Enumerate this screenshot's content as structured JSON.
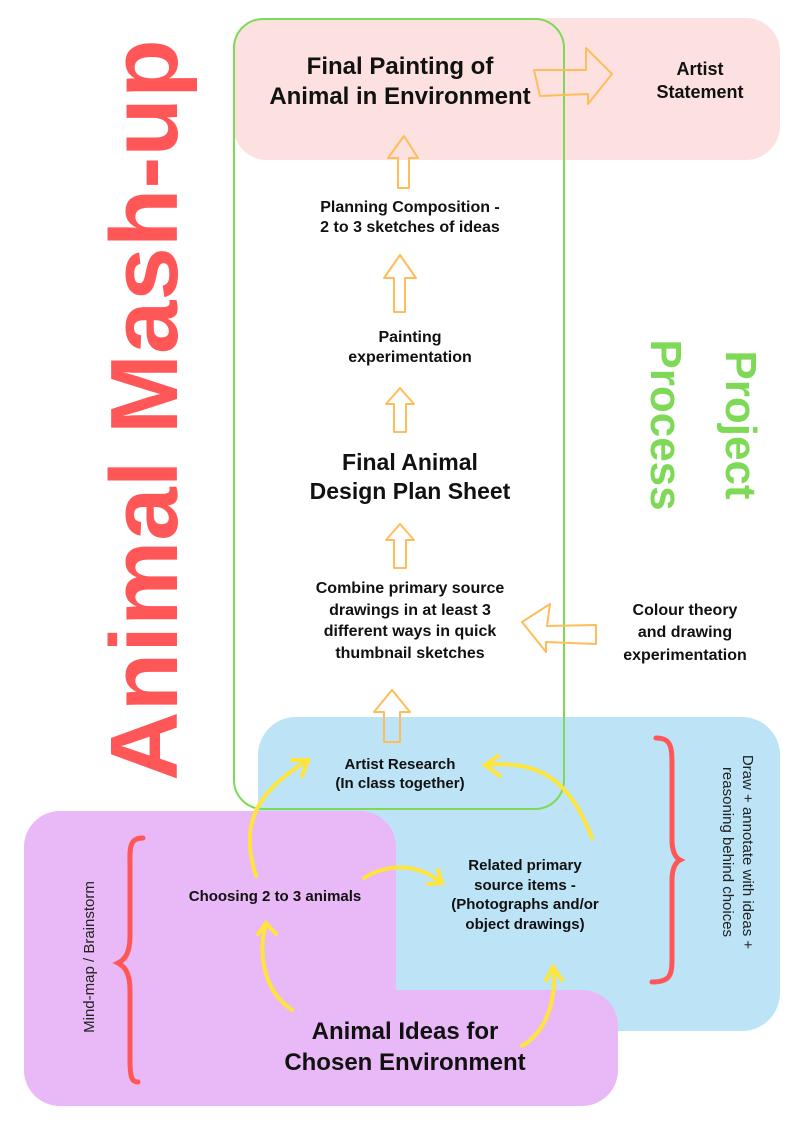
{
  "title": "Animal Mash-up",
  "side_label": {
    "line1": "Project",
    "line2": "Process"
  },
  "colors": {
    "title": "#ff5757",
    "side_label": "#7ed957",
    "pink_box": "#fde1e1",
    "blue_box": "#bde3f6",
    "purple_box": "#e9b8f6",
    "frame": "#7ed957",
    "outline_arrow": "#ffbd59",
    "curved_arrow": "#ffe53b",
    "brace": "#ff5757"
  },
  "steps": {
    "final_painting": {
      "line1": "Final Painting of",
      "line2": "Animal in Environment"
    },
    "artist_statement": {
      "line1": "Artist",
      "line2": "Statement"
    },
    "planning": {
      "line1": "Planning Composition -",
      "line2": "2 to 3 sketches of ideas"
    },
    "painting_exp": {
      "line1": "Painting",
      "line2": "experimentation"
    },
    "design_plan": {
      "line1": "Final Animal",
      "line2": "Design Plan Sheet"
    },
    "combine": {
      "line1": "Combine primary source",
      "line2": "drawings in at least 3",
      "line3": "different ways in quick",
      "line4": "thumbnail sketches"
    },
    "colour_theory": {
      "line1": "Colour theory",
      "line2": "and drawing",
      "line3": "experimentation"
    },
    "artist_research": {
      "line1": "Artist Research",
      "line2": "(In class together)"
    },
    "related_items": {
      "line1": "Related primary",
      "line2": "source items -",
      "line3": "(Photographs and/or",
      "line4": "object drawings)"
    },
    "choosing": {
      "line1": "Choosing 2 to 3 animals"
    },
    "animal_ideas": {
      "line1": "Animal Ideas for",
      "line2": "Chosen Environment"
    }
  },
  "annotations": {
    "mind_map": "Mind-map / Brainstorm",
    "draw_annotate": {
      "line1": "Draw + annotate with ideas +",
      "line2": "reasoning behind choices"
    }
  },
  "icons": {
    "outline_arrow": "hand-drawn-outline-arrow-icon",
    "curved_arrow": "curved-arrow-icon",
    "brace": "curly-brace-icon"
  }
}
